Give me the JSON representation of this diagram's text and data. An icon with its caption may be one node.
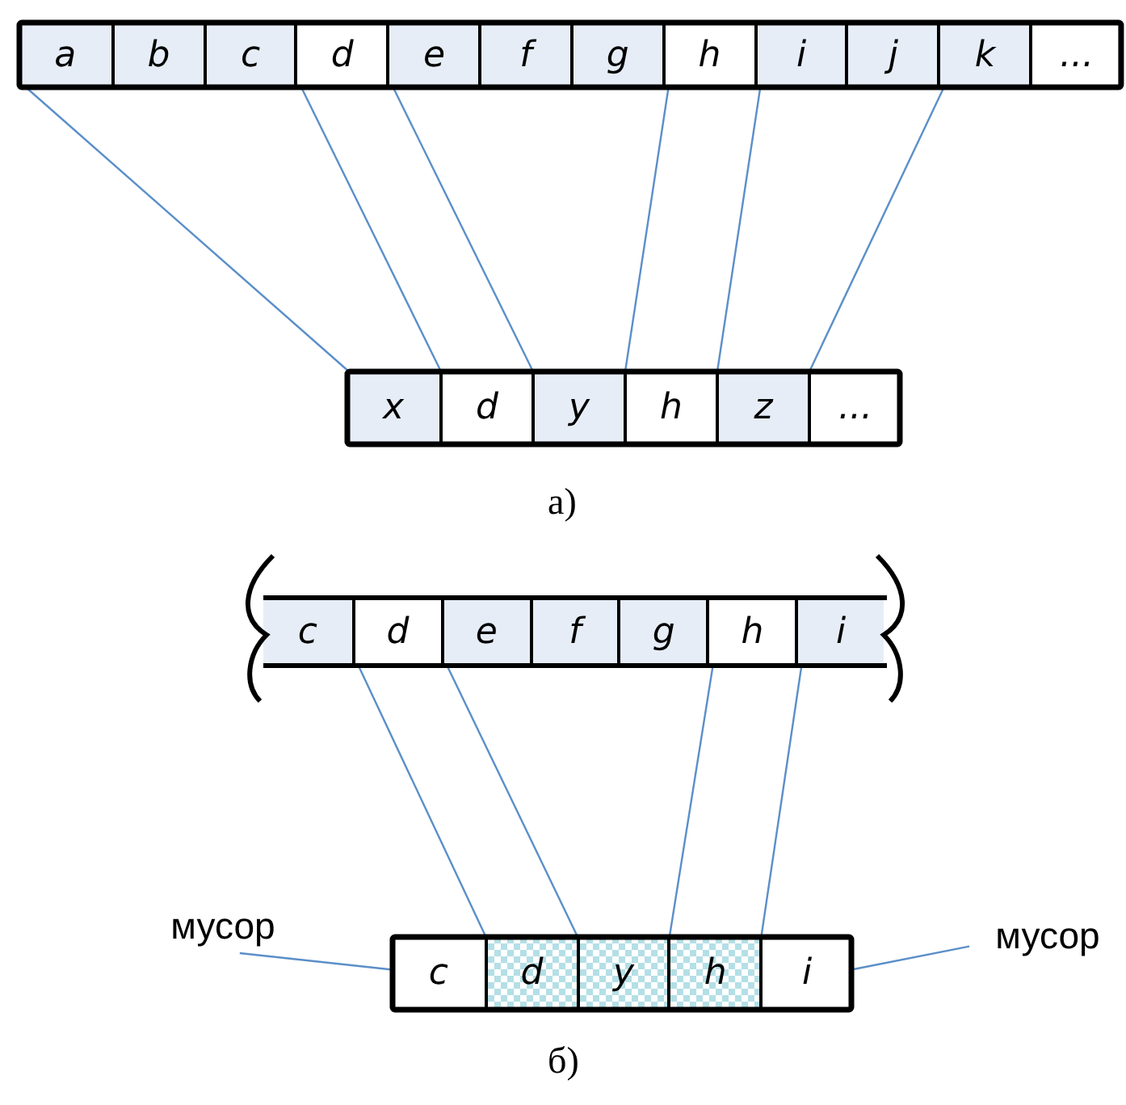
{
  "diagram": {
    "nodes": [
      {
        "text": [
          "a"
        ]
      },
      {
        "text": [
          "b"
        ]
      },
      {
        "text": [
          "c"
        ]
      },
      {
        "text": [
          "d"
        ]
      },
      {
        "text": [
          "e"
        ]
      },
      {
        "text": [
          "f"
        ]
      },
      {
        "text": [
          "g"
        ]
      },
      {
        "text": [
          "h"
        ]
      },
      {
        "text": [
          "i"
        ]
      },
      {
        "text": [
          "j"
        ]
      },
      {
        "text": [
          "k"
        ]
      },
      {
        "text": [
          "..."
        ]
      },
      {
        "text": [
          "x"
        ]
      },
      {
        "text": [
          "d"
        ]
      },
      {
        "text": [
          "y"
        ]
      },
      {
        "text": [
          "h"
        ]
      },
      {
        "text": [
          "z"
        ]
      },
      {
        "text": [
          "..."
        ]
      },
      {
        "text": [
          "c"
        ]
      },
      {
        "text": [
          "d"
        ]
      },
      {
        "text": [
          "e"
        ]
      },
      {
        "text": [
          "f"
        ]
      },
      {
        "text": [
          "g"
        ]
      },
      {
        "text": [
          "h"
        ]
      },
      {
        "text": [
          "i"
        ]
      },
      {
        "text": [
          "мусор"
        ]
      },
      {
        "text": [
          "c"
        ]
      },
      {
        "text": [
          "d"
        ]
      },
      {
        "text": [
          "y"
        ]
      },
      {
        "text": [
          "h"
        ]
      },
      {
        "text": [
          "i"
        ]
      },
      {
        "text": [
          "мусор"
        ]
      }
    ],
    "edges": [
      {
        "from": 0,
        "to": 12,
        "arrow": "none"
      },
      {
        "from": 3,
        "to": 13,
        "arrow": "none"
      },
      {
        "from": 4,
        "to": 14,
        "arrow": "none"
      },
      {
        "from": 7,
        "to": 15,
        "arrow": "none"
      },
      {
        "from": 8,
        "to": 16,
        "arrow": "none"
      },
      {
        "from": 10,
        "to": 17,
        "arrow": "none"
      },
      {
        "from": 19,
        "to": 27,
        "arrow": "none"
      },
      {
        "from": 20,
        "to": 28,
        "arrow": "none"
      },
      {
        "from": 23,
        "to": 29,
        "arrow": "none"
      },
      {
        "from": 24,
        "to": 30,
        "arrow": "none"
      },
      {
        "from": 25,
        "to": 26,
        "arrow": "none"
      },
      {
        "from": 31,
        "to": 30,
        "arrow": "none"
      }
    ],
    "labels": [
      "а)",
      "б)"
    ]
  }
}
